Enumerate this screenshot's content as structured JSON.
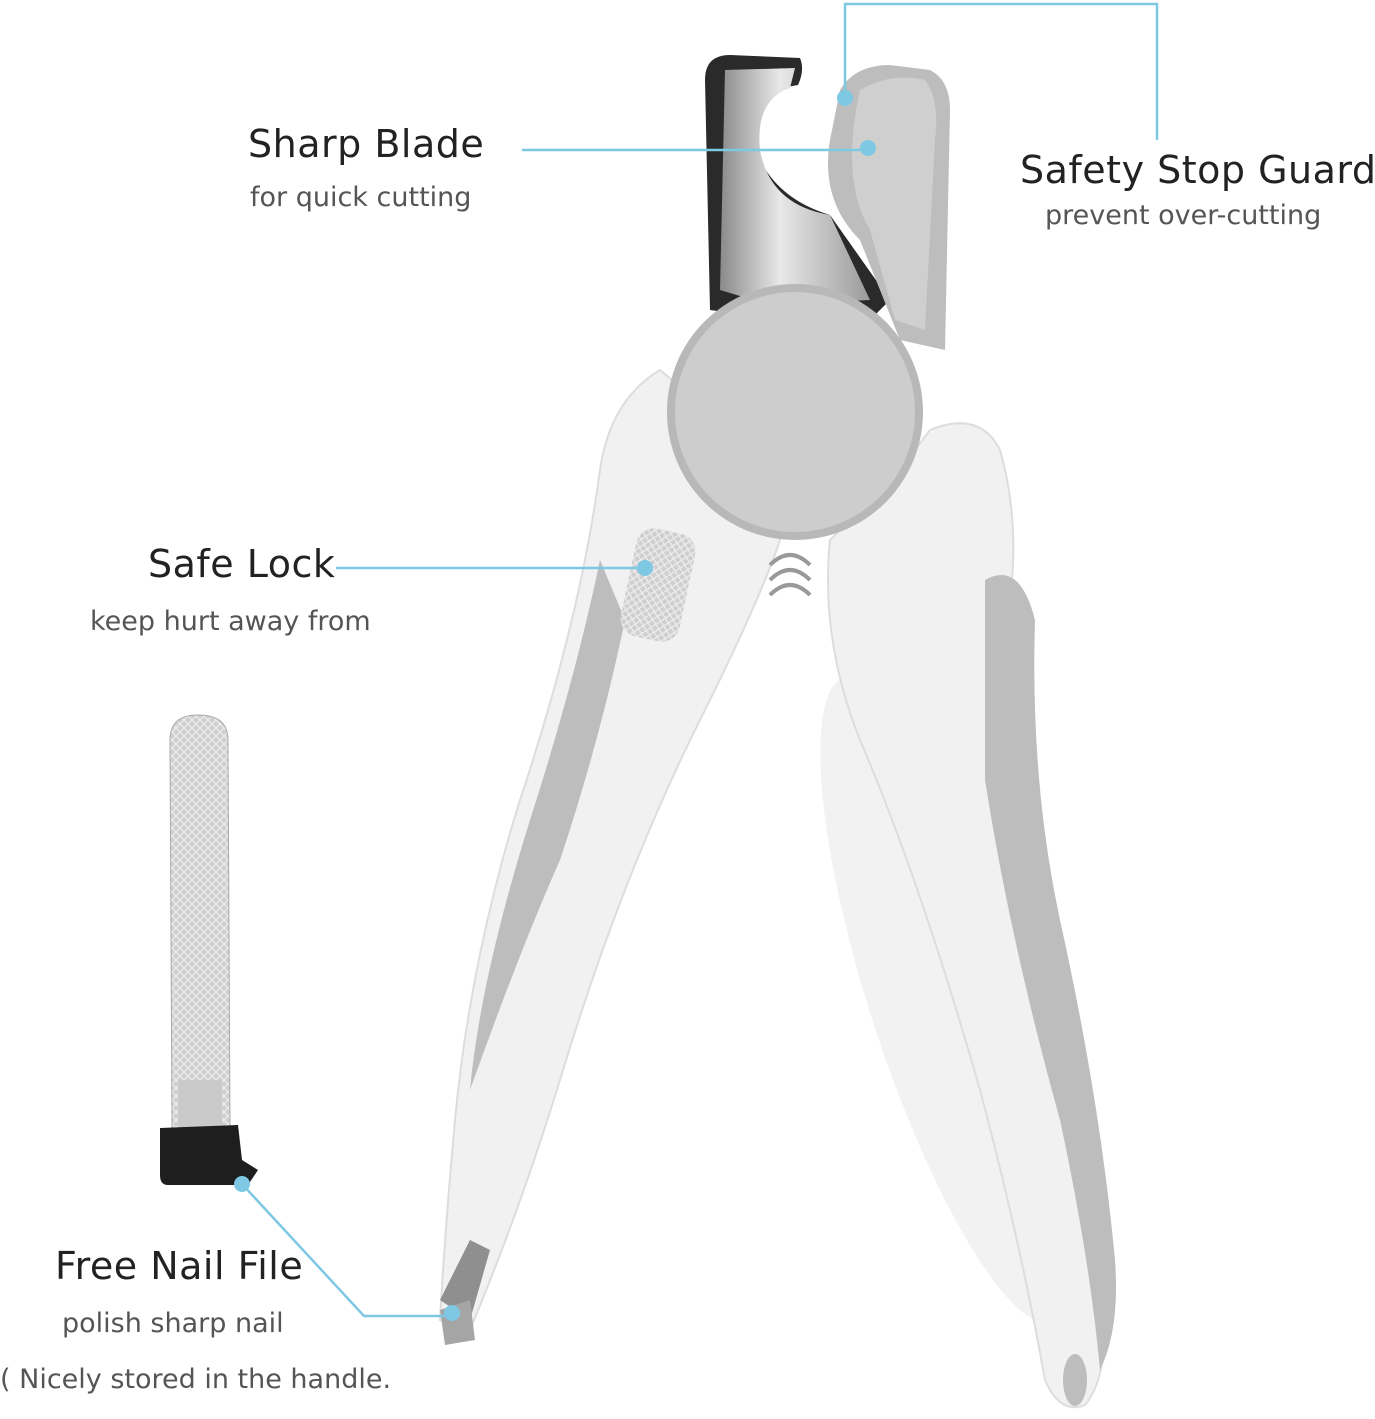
{
  "accent_color": "#7ec8e3",
  "callouts": {
    "sharp_blade": {
      "title": "Sharp Blade",
      "subtitle": "for quick cutting"
    },
    "safety_stop_guard": {
      "title": "Safety Stop Guard",
      "subtitle": "prevent over-cutting"
    },
    "safe_lock": {
      "title": "Safe Lock",
      "subtitle": "keep hurt away from"
    },
    "free_nail_file": {
      "title": "Free Nail File",
      "subtitle": "polish sharp nail",
      "note": "( Nicely stored in the handle."
    }
  }
}
